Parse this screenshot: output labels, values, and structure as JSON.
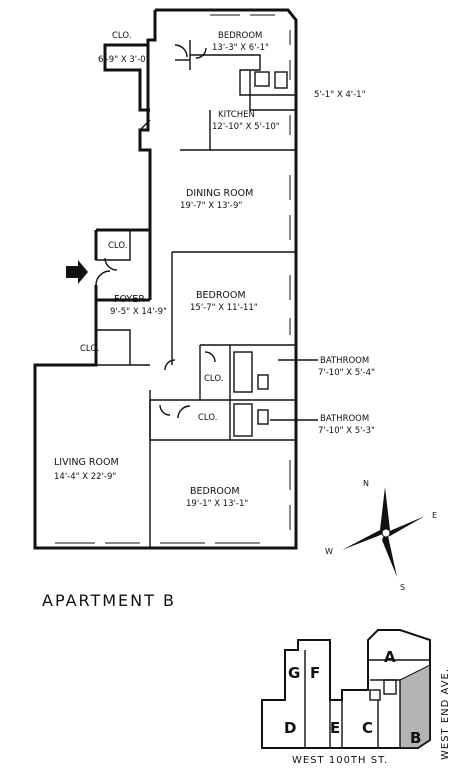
{
  "plan": {
    "title": "APARTMENT B",
    "rooms": {
      "bedroom_top": "BEDROOM",
      "bedroom_top_dim": "13'-3\" X 6'-1\"",
      "kitchen": "KITCHEN",
      "kitchen_dim": "12'-10\" X 5'-10\"",
      "dining": "DINING ROOM",
      "dining_dim": "19'-7\" X 13'-9\"",
      "bedroom_mid": "BEDROOM",
      "bedroom_mid_dim": "15'-7\" X 11'-11\"",
      "foyer": "FOYER",
      "foyer_dim": "9'-5\" X 14'-9\"",
      "living": "LIVING ROOM",
      "living_dim": "14'-4\" X 22'-9\"",
      "bedroom_bot": "BEDROOM",
      "bedroom_bot_dim": "19'-1\" X 13'-1\"",
      "bath1": "BATHROOM",
      "bath1_dim": "7'-10\" X 5'-4\"",
      "bath2": "BATHROOM",
      "bath2_dim": "7'-10\" X 5'-3\"",
      "closet": "CLO.",
      "hall_dim": "6'-9\" X 3'-0\"",
      "small_dim": "5'-1\" X 4'-1\""
    },
    "compass": {
      "n": "N",
      "e": "E",
      "s": "S",
      "w": "W"
    }
  },
  "key_plan": {
    "units": [
      "A",
      "B",
      "C",
      "D",
      "E",
      "F",
      "G"
    ],
    "street_south": "WEST 100TH ST.",
    "street_east": "WEST END AVE."
  }
}
